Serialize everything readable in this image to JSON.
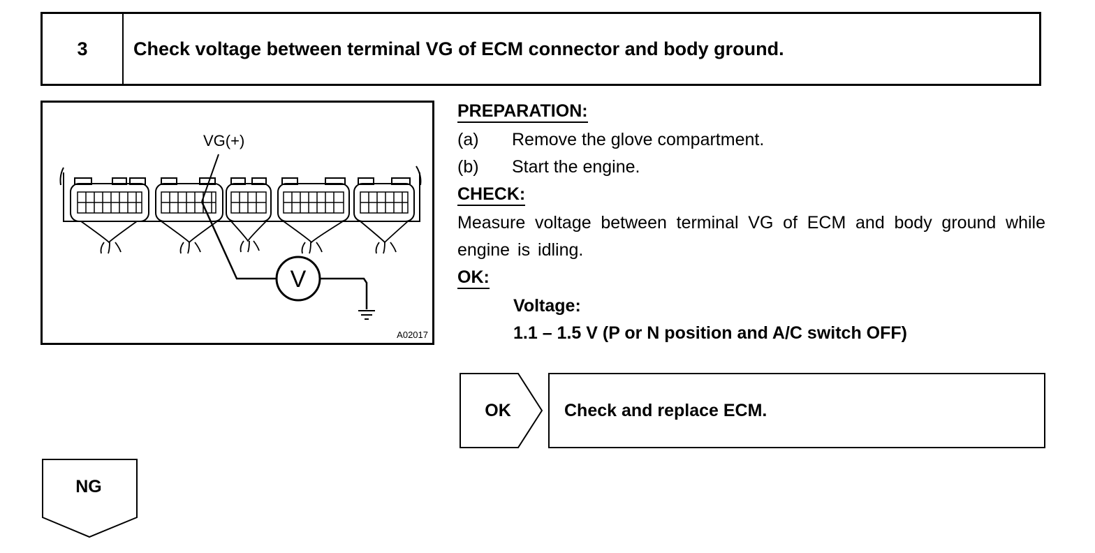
{
  "step": {
    "number": "3",
    "title": "Check voltage between terminal VG of ECM connector and body ground."
  },
  "diagram": {
    "terminal_label": "VG(+)",
    "meter_symbol": "V",
    "figure_id": "A02017",
    "icons": [
      "ecm-connector-icon",
      "voltmeter-icon",
      "ground-icon"
    ]
  },
  "preparation": {
    "heading": "PREPARATION:",
    "steps": [
      {
        "letter": "(a)",
        "text": "Remove the glove compartment."
      },
      {
        "letter": "(b)",
        "text": "Start the engine."
      }
    ]
  },
  "check": {
    "heading": "CHECK:",
    "text": "Measure voltage between terminal VG of ECM and body ground while engine is idling."
  },
  "ok_spec": {
    "heading": "OK:",
    "label": "Voltage:",
    "value": "1.1 – 1.5 V (P or N position and A/C switch OFF)"
  },
  "ok_branch": {
    "label": "OK",
    "action": "Check and replace ECM."
  },
  "ng_branch": {
    "label": "NG"
  }
}
